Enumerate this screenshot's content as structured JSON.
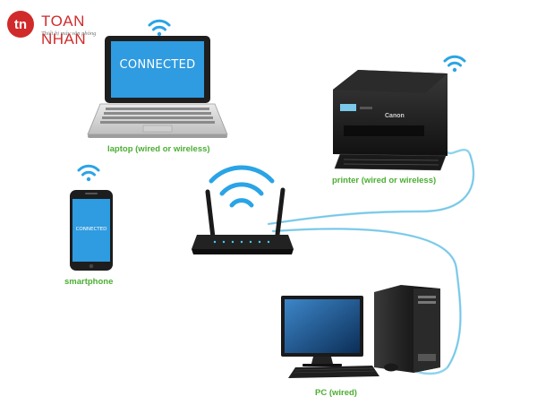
{
  "brand": {
    "logo_mark": "tn",
    "name": "TOAN NHAN",
    "tagline": "Thiết bị máy văn phòng",
    "color": "#d12a2a"
  },
  "colors": {
    "label_green": "#4bae32",
    "wifi_blue": "#2aa4e6",
    "screen_blue": "#2f9be0",
    "cable_blue": "#8fd3ee"
  },
  "laptop": {
    "screen_text": "CONNECTED",
    "label": "laptop (wired or wireless)",
    "icon": "laptop-icon"
  },
  "smartphone": {
    "screen_text": "CONNECTED",
    "label": "smartphone",
    "icon": "smartphone-icon"
  },
  "printer": {
    "brand_text": "Canon",
    "label": "printer (wired or wireless)",
    "icon": "printer-icon"
  },
  "router": {
    "icon": "wifi-router-icon"
  },
  "pc": {
    "label": "PC (wired)",
    "icon": "desktop-pc-icon"
  }
}
